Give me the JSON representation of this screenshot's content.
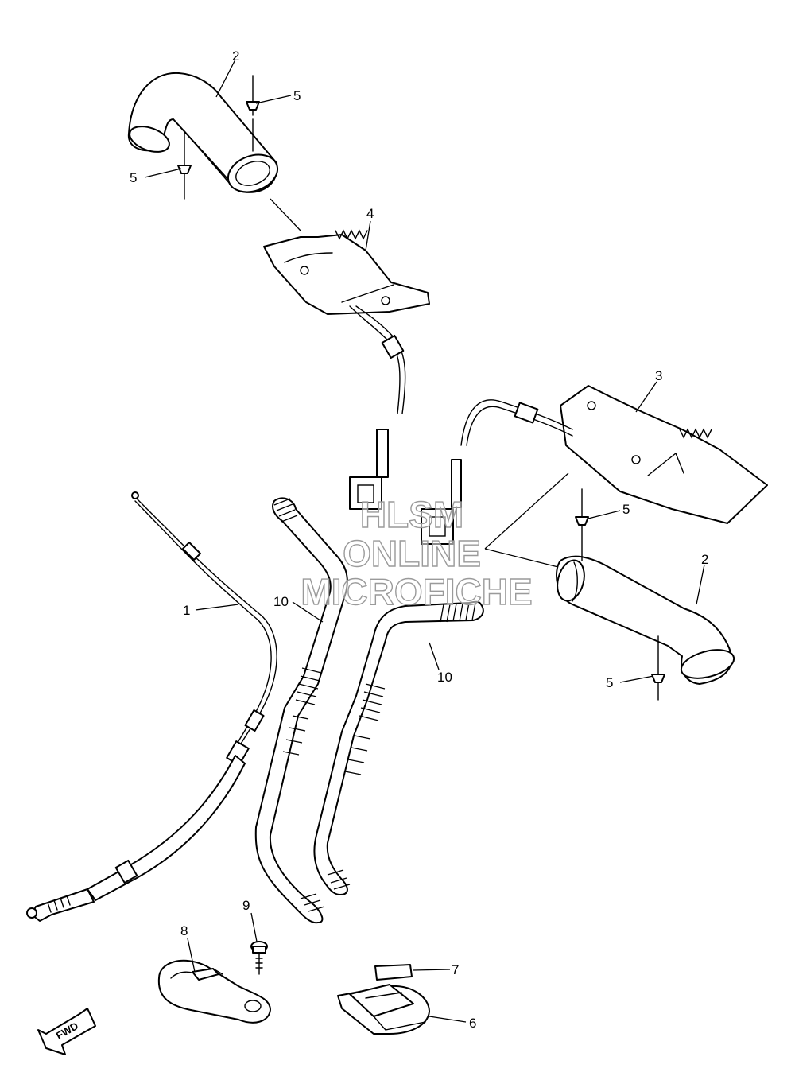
{
  "callouts": [
    {
      "id": "c1",
      "label": "1"
    },
    {
      "id": "c2a",
      "label": "2"
    },
    {
      "id": "c2b",
      "label": "2"
    },
    {
      "id": "c3",
      "label": "3"
    },
    {
      "id": "c4",
      "label": "4"
    },
    {
      "id": "c5a",
      "label": "5"
    },
    {
      "id": "c5b",
      "label": "5"
    },
    {
      "id": "c5c",
      "label": "5"
    },
    {
      "id": "c5d",
      "label": "5"
    },
    {
      "id": "c6",
      "label": "6"
    },
    {
      "id": "c7",
      "label": "7"
    },
    {
      "id": "c8",
      "label": "8"
    },
    {
      "id": "c9",
      "label": "9"
    },
    {
      "id": "c10a",
      "label": "10"
    },
    {
      "id": "c10b",
      "label": "10"
    }
  ],
  "watermark": {
    "line1": "HLSM",
    "line2": "ONLINE",
    "line3": "MICROFICHE",
    "color": "#9a9a9a"
  },
  "fwd_arrow": {
    "label": "FWD",
    "icon": "fwd-arrow-icon"
  },
  "colors": {
    "line": "#000000",
    "background": "#ffffff"
  }
}
